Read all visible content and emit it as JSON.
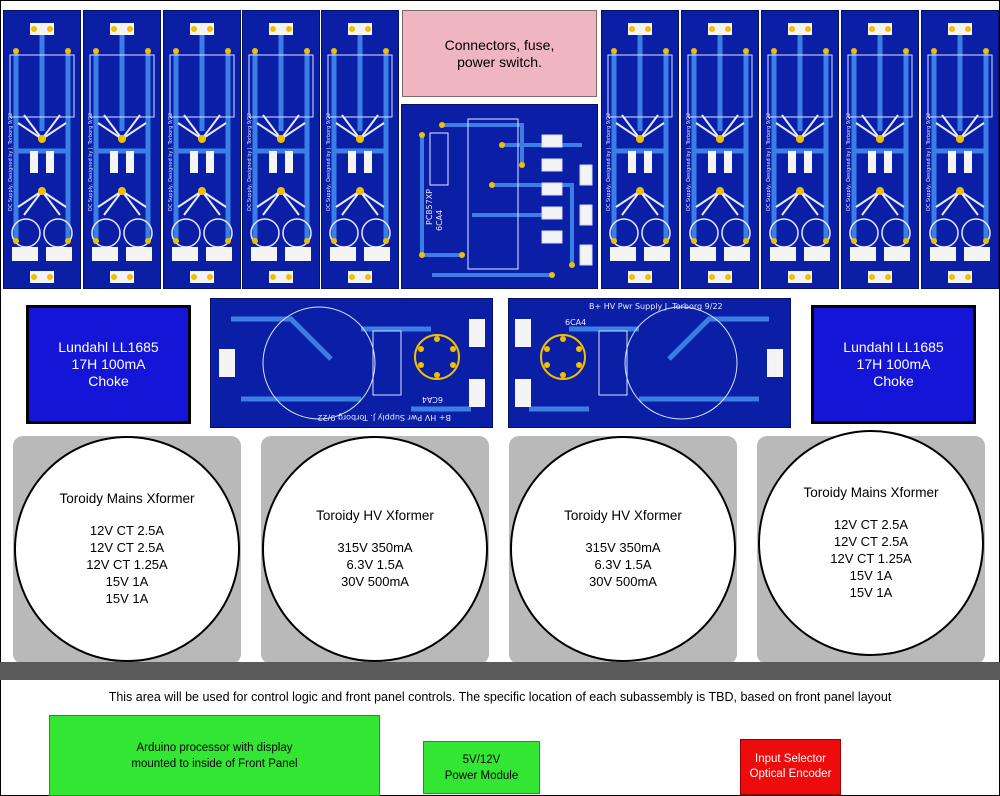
{
  "connectors_box": {
    "text": "Connectors, fuse,\npower switch."
  },
  "pcb_top_labels": {
    "relay_chip": "PC857XP",
    "relay_tube": "6CA4",
    "silk_dc_supply": "DC Supply, Designed by J. Torborg 9/22"
  },
  "hv_supply_left": {
    "tube": "6CA4",
    "silk": "B+ HV Pwr Supply\nJ. Torborg 9/22"
  },
  "hv_supply_right": {
    "tube": "6CA4",
    "silk": "B+ HV Pwr Supply\nJ. Torborg 9/22"
  },
  "choke_left": {
    "text": "Lundahl LL1685\n17H 100mA\nChoke"
  },
  "choke_right": {
    "text": "Lundahl LL1685\n17H 100mA\nChoke"
  },
  "transformers": [
    {
      "title": "Toroidy Mains Xformer",
      "specs": [
        "12V CT 2.5A",
        "12V CT 2.5A",
        "12V CT 1.25A",
        "15V 1A",
        "15V 1A"
      ]
    },
    {
      "title": "Toroidy HV Xformer",
      "specs": [
        "315V 350mA",
        "6.3V 1.5A",
        "30V 500mA"
      ]
    },
    {
      "title": "Toroidy HV Xformer",
      "specs": [
        "315V 350mA",
        "6.3V 1.5A",
        "30V 500mA"
      ]
    },
    {
      "title": "Toroidy Mains Xformer",
      "specs": [
        "12V CT 2.5A",
        "12V CT 2.5A",
        "12V CT 1.25A",
        "15V 1A",
        "15V 1A"
      ]
    }
  ],
  "control_note": "This area will be used for control logic and front panel controls. The specific location of each subassembly is TBD, based on front panel layout",
  "arduino_box": {
    "text": "Arduino processor with display\nmounted to inside of Front Panel"
  },
  "power_module_box": {
    "text": "5V/12V\nPower Module"
  },
  "input_selector_box": {
    "text": "Input Selector\nOptical Encoder"
  },
  "colors": {
    "pcb": "#0a1fa6",
    "trace": "#3a7ee6",
    "pad": "#f0c000",
    "choke": "#1515d8",
    "pink": "#efb6c1",
    "green": "#33e633",
    "red": "#ee0b0b"
  }
}
